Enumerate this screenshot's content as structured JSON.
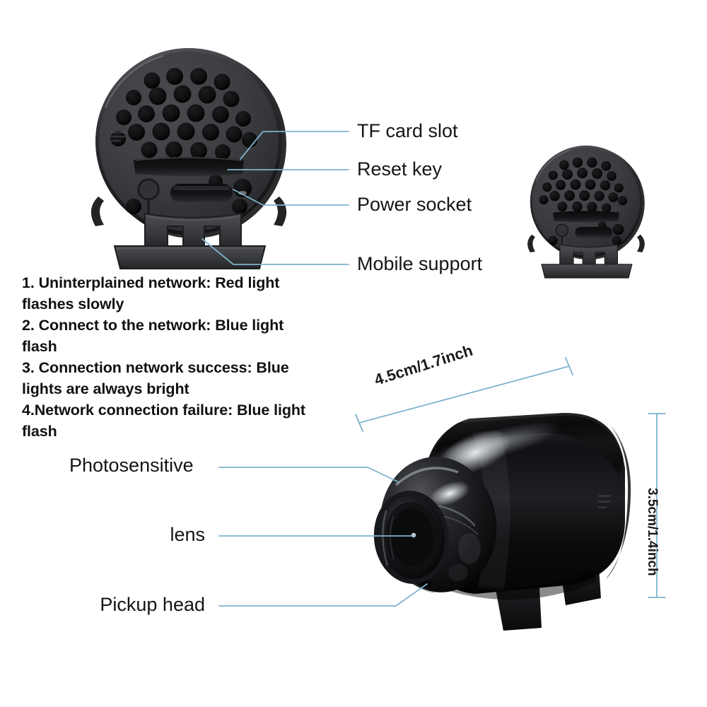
{
  "page": {
    "title": "Mini Camera Product Infographic",
    "background_color": "#ffffff",
    "leader_line_color": "#7fb3cc",
    "body_dark_color": "#3a3b3d",
    "body_black_color": "#0d0d0f"
  },
  "back_view_callouts": [
    {
      "id": "tf-card-slot",
      "label": "TF card slot"
    },
    {
      "id": "reset-key",
      "label": "Reset key"
    },
    {
      "id": "power-socket",
      "label": "Power socket"
    },
    {
      "id": "mobile-support",
      "label": "Mobile support"
    }
  ],
  "front_view_callouts": [
    {
      "id": "photosensitive",
      "label": "Photosensitive"
    },
    {
      "id": "lens",
      "label": "lens"
    },
    {
      "id": "pickup-head",
      "label": "Pickup head"
    }
  ],
  "led_status_list": [
    {
      "line1": "1. Uninterplained network: Red light",
      "line2": "flashes slowly"
    },
    {
      "line1": "2. Connect to the network: Blue light",
      "line2": "flash"
    },
    {
      "line1": "3. Connection network success: Blue",
      "line2": "lights are always bright"
    },
    {
      "line1": "4.Network connection failure: Blue light",
      "line2": "flash"
    }
  ],
  "dimensions": {
    "width_label": "4.5cm/1.7inch",
    "height_label": "3.5cm/1.4inch"
  },
  "icons": {
    "camera_back": "camera-back-view-icon",
    "camera_back_small": "camera-back-view-small-icon",
    "camera_body": "camera-3d-body-icon",
    "lens_dome": "lens-dome-icon",
    "speaker_holes": "speaker-hole-grid-icon",
    "tf_slot": "tf-card-slot-icon",
    "reset_pinhole": "reset-pinhole-icon",
    "power_socket": "power-socket-icon",
    "support_bracket": "mobile-support-bracket-icon",
    "dimension_arrow": "dimension-line-icon"
  }
}
